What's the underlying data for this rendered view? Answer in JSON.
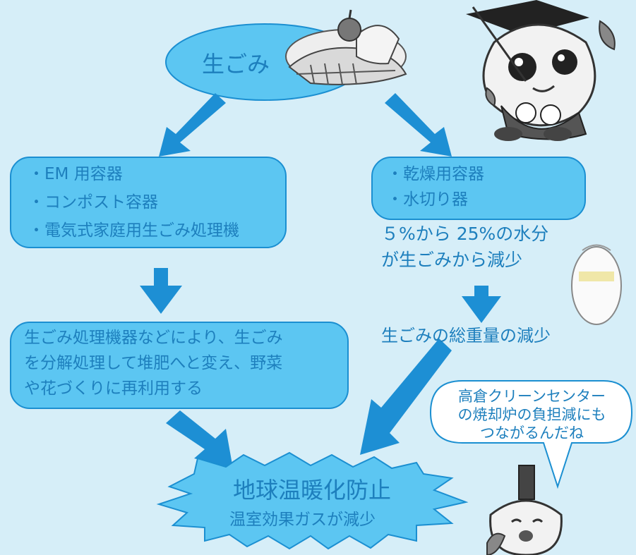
{
  "top_ellipse": {
    "label": "生ごみ"
  },
  "left_branch": {
    "items": [
      "・EM 用容器",
      "・コンポスト容器",
      "・電気式家庭用生ごみ処理機"
    ],
    "result_lines": [
      "生ごみ処理機器などにより、生ごみ",
      "を分解処理して堆肥へと変え、野菜",
      "や花づくりに再利用する"
    ]
  },
  "right_branch": {
    "items": [
      "・乾燥用容器",
      "・水切り器"
    ],
    "note_lines": [
      "５%から 25%の水分",
      "が生ごみから減少"
    ],
    "result": "生ごみの総重量の減少"
  },
  "speech_bubble": {
    "lines": [
      "高倉クリーンセンター",
      "の焼却炉の負担減にも",
      "つながるんだね"
    ]
  },
  "goal": {
    "title": "地球温暖化防止",
    "subtitle": "温室効果ガスが減少"
  },
  "colors": {
    "background": "#d6eef8",
    "box_fill": "#5cc6f2",
    "box_border": "#1b8fd1",
    "arrow": "#1d8fd4",
    "text": "#1d7fbd"
  },
  "icons": [
    "food-waste-illustration",
    "mascot-professor",
    "mascot-samurai",
    "mesh-bag-illustration"
  ]
}
